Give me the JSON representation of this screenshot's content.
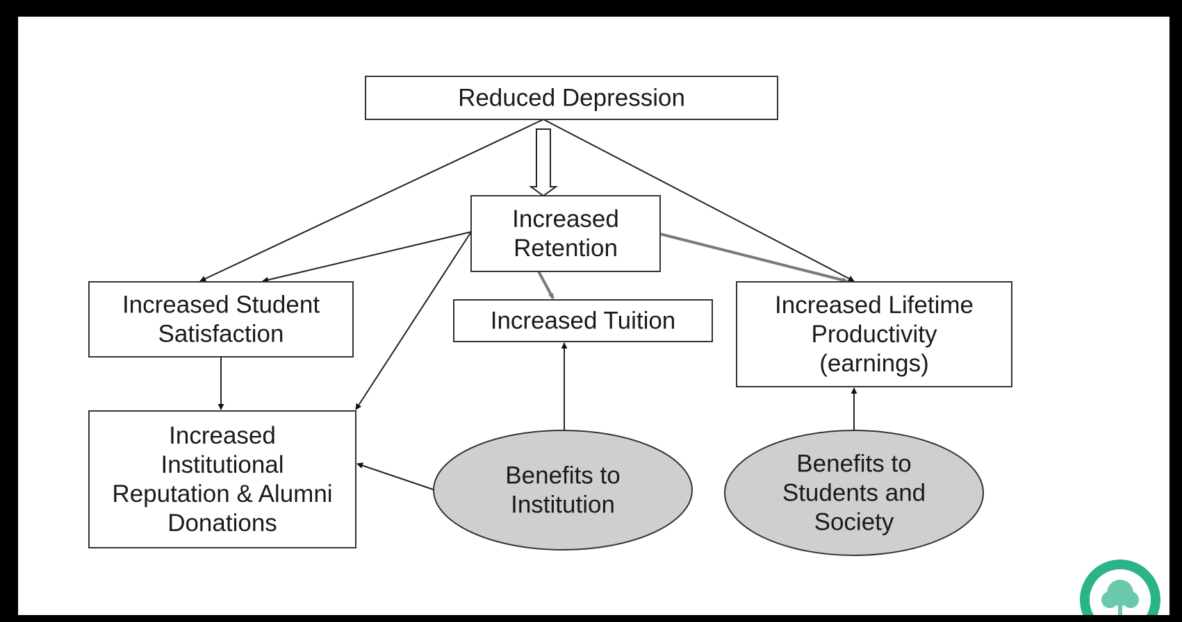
{
  "diagram": {
    "nodes": [
      {
        "id": "reduced-depression",
        "shape": "rect",
        "lines": [
          "Reduced Depression"
        ]
      },
      {
        "id": "increased-retention",
        "shape": "rect",
        "lines": [
          "Increased",
          "Retention"
        ]
      },
      {
        "id": "student-satisfaction",
        "shape": "rect",
        "lines": [
          "Increased Student",
          "Satisfaction"
        ]
      },
      {
        "id": "increased-tuition",
        "shape": "rect",
        "lines": [
          "Increased Tuition"
        ]
      },
      {
        "id": "lifetime-productivity",
        "shape": "rect",
        "lines": [
          "Increased Lifetime",
          "Productivity",
          "(earnings)"
        ]
      },
      {
        "id": "institutional-reputation",
        "shape": "rect",
        "lines": [
          "Increased",
          "Institutional",
          "Reputation & Alumni",
          "Donations"
        ]
      },
      {
        "id": "benefits-institution",
        "shape": "ellipse",
        "lines": [
          "Benefits to",
          "Institution"
        ]
      },
      {
        "id": "benefits-students-society",
        "shape": "ellipse",
        "lines": [
          "Benefits to",
          "Students and",
          "Society"
        ]
      }
    ],
    "edges": [
      {
        "from": "reduced-depression",
        "to": "increased-retention",
        "style": "hollow"
      },
      {
        "from": "reduced-depression",
        "to": "student-satisfaction",
        "style": "black"
      },
      {
        "from": "reduced-depression",
        "to": "lifetime-productivity",
        "style": "black"
      },
      {
        "from": "increased-retention",
        "to": "student-satisfaction",
        "style": "black"
      },
      {
        "from": "increased-retention",
        "to": "institutional-reputation",
        "style": "black"
      },
      {
        "from": "increased-retention",
        "to": "increased-tuition",
        "style": "gray"
      },
      {
        "from": "increased-retention",
        "to": "lifetime-productivity",
        "style": "gray"
      },
      {
        "from": "student-satisfaction",
        "to": "institutional-reputation",
        "style": "black"
      },
      {
        "from": "benefits-institution",
        "to": "institutional-reputation",
        "style": "black"
      },
      {
        "from": "benefits-institution",
        "to": "increased-tuition",
        "style": "black"
      },
      {
        "from": "benefits-students-society",
        "to": "lifetime-productivity",
        "style": "black"
      }
    ]
  },
  "logo": {
    "icon": "tree-icon",
    "color": "#2bb38a"
  }
}
